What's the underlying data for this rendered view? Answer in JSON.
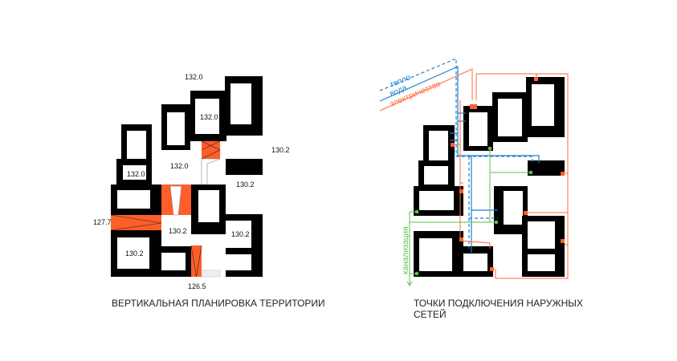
{
  "left_plan": {
    "title": "ВЕРТИКАЛЬНАЯ ПЛАНИРОВКА ТЕРРИТОРИИ",
    "elevations": [
      "132.0",
      "132.0",
      "130.2",
      "132.0",
      "132.0",
      "130.2",
      "127.7",
      "130.2",
      "130.2",
      "130.2",
      "126.5"
    ]
  },
  "right_plan": {
    "title_line1": "ТОЧКИ ПОДКЛЮЧЕНИЯ НАРУЖНЫХ",
    "title_line2": "СЕТЕЙ",
    "legend": {
      "heat": "тепло",
      "water": "вода",
      "electricity": "электричество",
      "sewer": "канализация"
    }
  },
  "colors": {
    "building": "#000000",
    "ramp": "#ff5e2a",
    "heat": "#1f7fd0",
    "water": "#1f7fd0",
    "electricity": "#ff6a3a",
    "sewer": "#5cc24a"
  }
}
